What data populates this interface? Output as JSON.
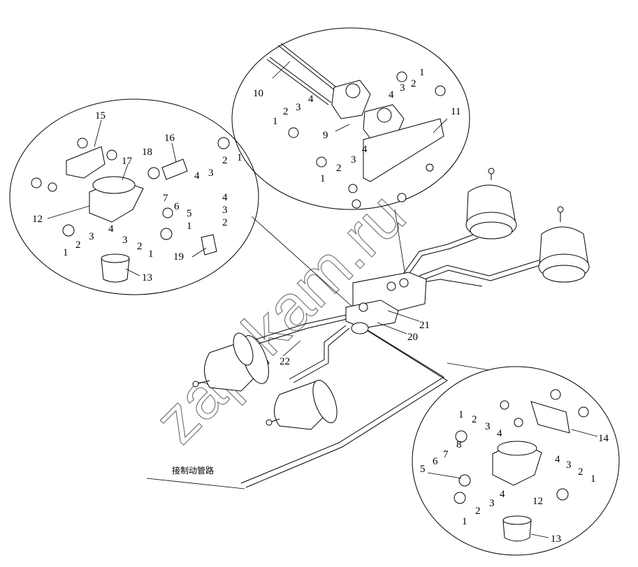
{
  "diagram": {
    "watermark": "zap-kam.ru",
    "pipe_label": "接制动管路",
    "callouts_top": [
      "10",
      "9",
      "1",
      "2",
      "3",
      "4",
      "1",
      "2",
      "3",
      "4",
      "1",
      "2",
      "3",
      "4",
      "11"
    ],
    "callouts_left": [
      "15",
      "16",
      "17",
      "18",
      "12",
      "7",
      "6",
      "5",
      "4",
      "3",
      "2",
      "1",
      "1",
      "2",
      "3",
      "4",
      "3",
      "2",
      "1",
      "19",
      "13",
      "4",
      "3",
      "2",
      "1"
    ],
    "callouts_right": [
      "1",
      "2",
      "3",
      "4",
      "14",
      "8",
      "7",
      "6",
      "5",
      "4",
      "3",
      "2",
      "1",
      "12",
      "1",
      "2",
      "3",
      "4",
      "13"
    ],
    "callouts_main": [
      "21",
      "20",
      "22"
    ]
  }
}
